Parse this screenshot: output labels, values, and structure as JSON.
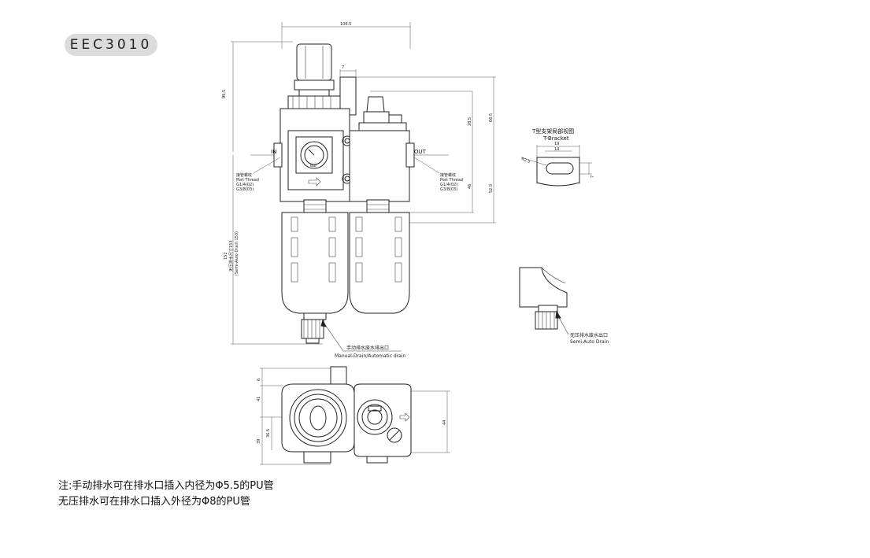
{
  "model": "EEC3010",
  "front_view": {
    "in_label": "IN",
    "out_label": "OUT",
    "port_thread_left": {
      "cn": "接管螺纹",
      "en": "Port Thread",
      "spec1": "G1/4(02)",
      "spec2": "G3/8(03)"
    },
    "port_thread_right": {
      "cn": "接管螺纹",
      "en": "Port Thread",
      "spec1": "G1/4(02)",
      "spec2": "G3/8(03)"
    },
    "drain_callout": {
      "cn": "手动排水废水排出口",
      "en": "Manual-Drain/Automatic drain"
    },
    "dims": {
      "width_top": "106.5",
      "left_height": "95.5",
      "bracket_gap": "7",
      "right_inner_height": "28.5",
      "right_outer_height": "66.5",
      "lower_inner": "46",
      "lower_outer": "52.5",
      "total_height": "152",
      "semi_auto_cn": "无压排水尺寸153",
      "semi_auto_en": "(Semi-Auto Drain 153)"
    }
  },
  "bracket_view": {
    "title_cn": "T型支架局部视图",
    "title_en": "T-Bracket",
    "dim_top1": "19",
    "dim_top2": "14",
    "dim_side": "R2.5",
    "dim_right": "7"
  },
  "semi_auto_view": {
    "cn": "无压排水废水出口",
    "en": "Semi-Auto Drain"
  },
  "top_view": {
    "dims": {
      "d1": "6",
      "d2": "41",
      "d3": "36.5",
      "d4": "39",
      "d5": "44"
    }
  },
  "gauge_label": "bar",
  "notes": [
    "注:手动排水可在排水口插入内径为Φ5.5的PU管",
    "无压排水可在排水口插入外径为Φ8的PU管"
  ]
}
